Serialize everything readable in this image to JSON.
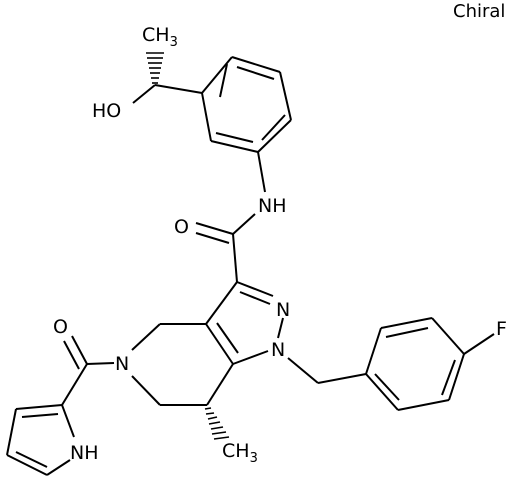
{
  "chiral_label": "Chiral",
  "atoms": {
    "ch3_top": "CH",
    "ch3_top_sub": "3",
    "ho": "HO",
    "nh_amide": "NH",
    "o_amide": "O",
    "n2": "N",
    "n1": "N",
    "f": "F",
    "o_acyl": "O",
    "n5": "N",
    "nh_pyrrole": "NH",
    "ch3_bottom": "CH",
    "ch3_bottom_sub": "3"
  }
}
